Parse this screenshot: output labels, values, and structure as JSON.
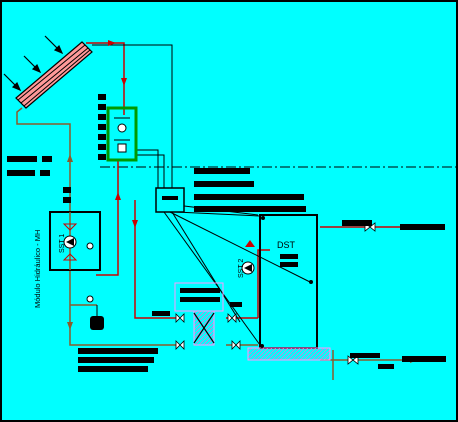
{
  "labels": {
    "tank": "DST",
    "pump1": "SST 1",
    "pump2": "SST 2",
    "module": "Módulo Hidráulico - MH"
  },
  "colors": {
    "background": "#00ffff",
    "hot_line": "#cc0000",
    "return_line": "#8b5a2b",
    "wire": "#000000",
    "valve_group": "#009900",
    "highlight": "#ff99ff"
  }
}
